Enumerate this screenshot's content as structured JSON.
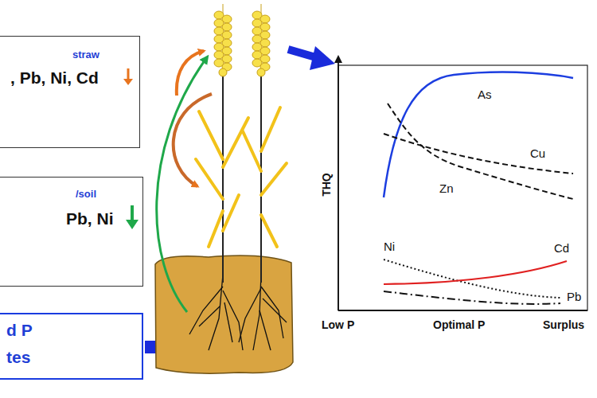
{
  "diagram": {
    "nodes": [
      {
        "text": [
          "straw",
          ", Pb, Ni, Cd"
        ]
      },
      {
        "text": [
          "/soil",
          "Pb, Ni"
        ]
      },
      {
        "text": [
          "d P",
          "tes"
        ]
      }
    ],
    "labels": [
      "THQ",
      "As",
      "Cu",
      "Zn",
      "Ni",
      "Cd",
      "Pb",
      "Low P",
      "Optimal P",
      "Surplus"
    ]
  }
}
